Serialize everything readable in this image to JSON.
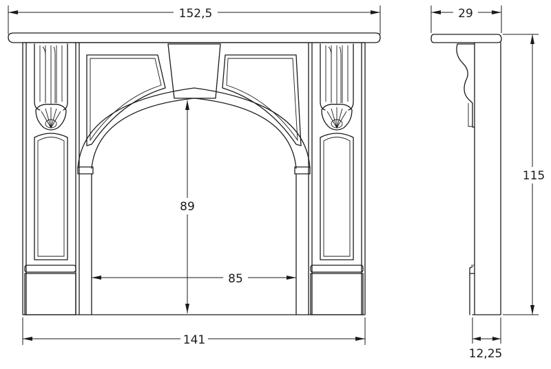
{
  "dimensions": {
    "front_total_width": "152,5",
    "front_base_width": "141",
    "opening_height": "89",
    "opening_width": "85",
    "side_depth": "29",
    "side_height": "115",
    "side_base_depth": "12,25"
  }
}
